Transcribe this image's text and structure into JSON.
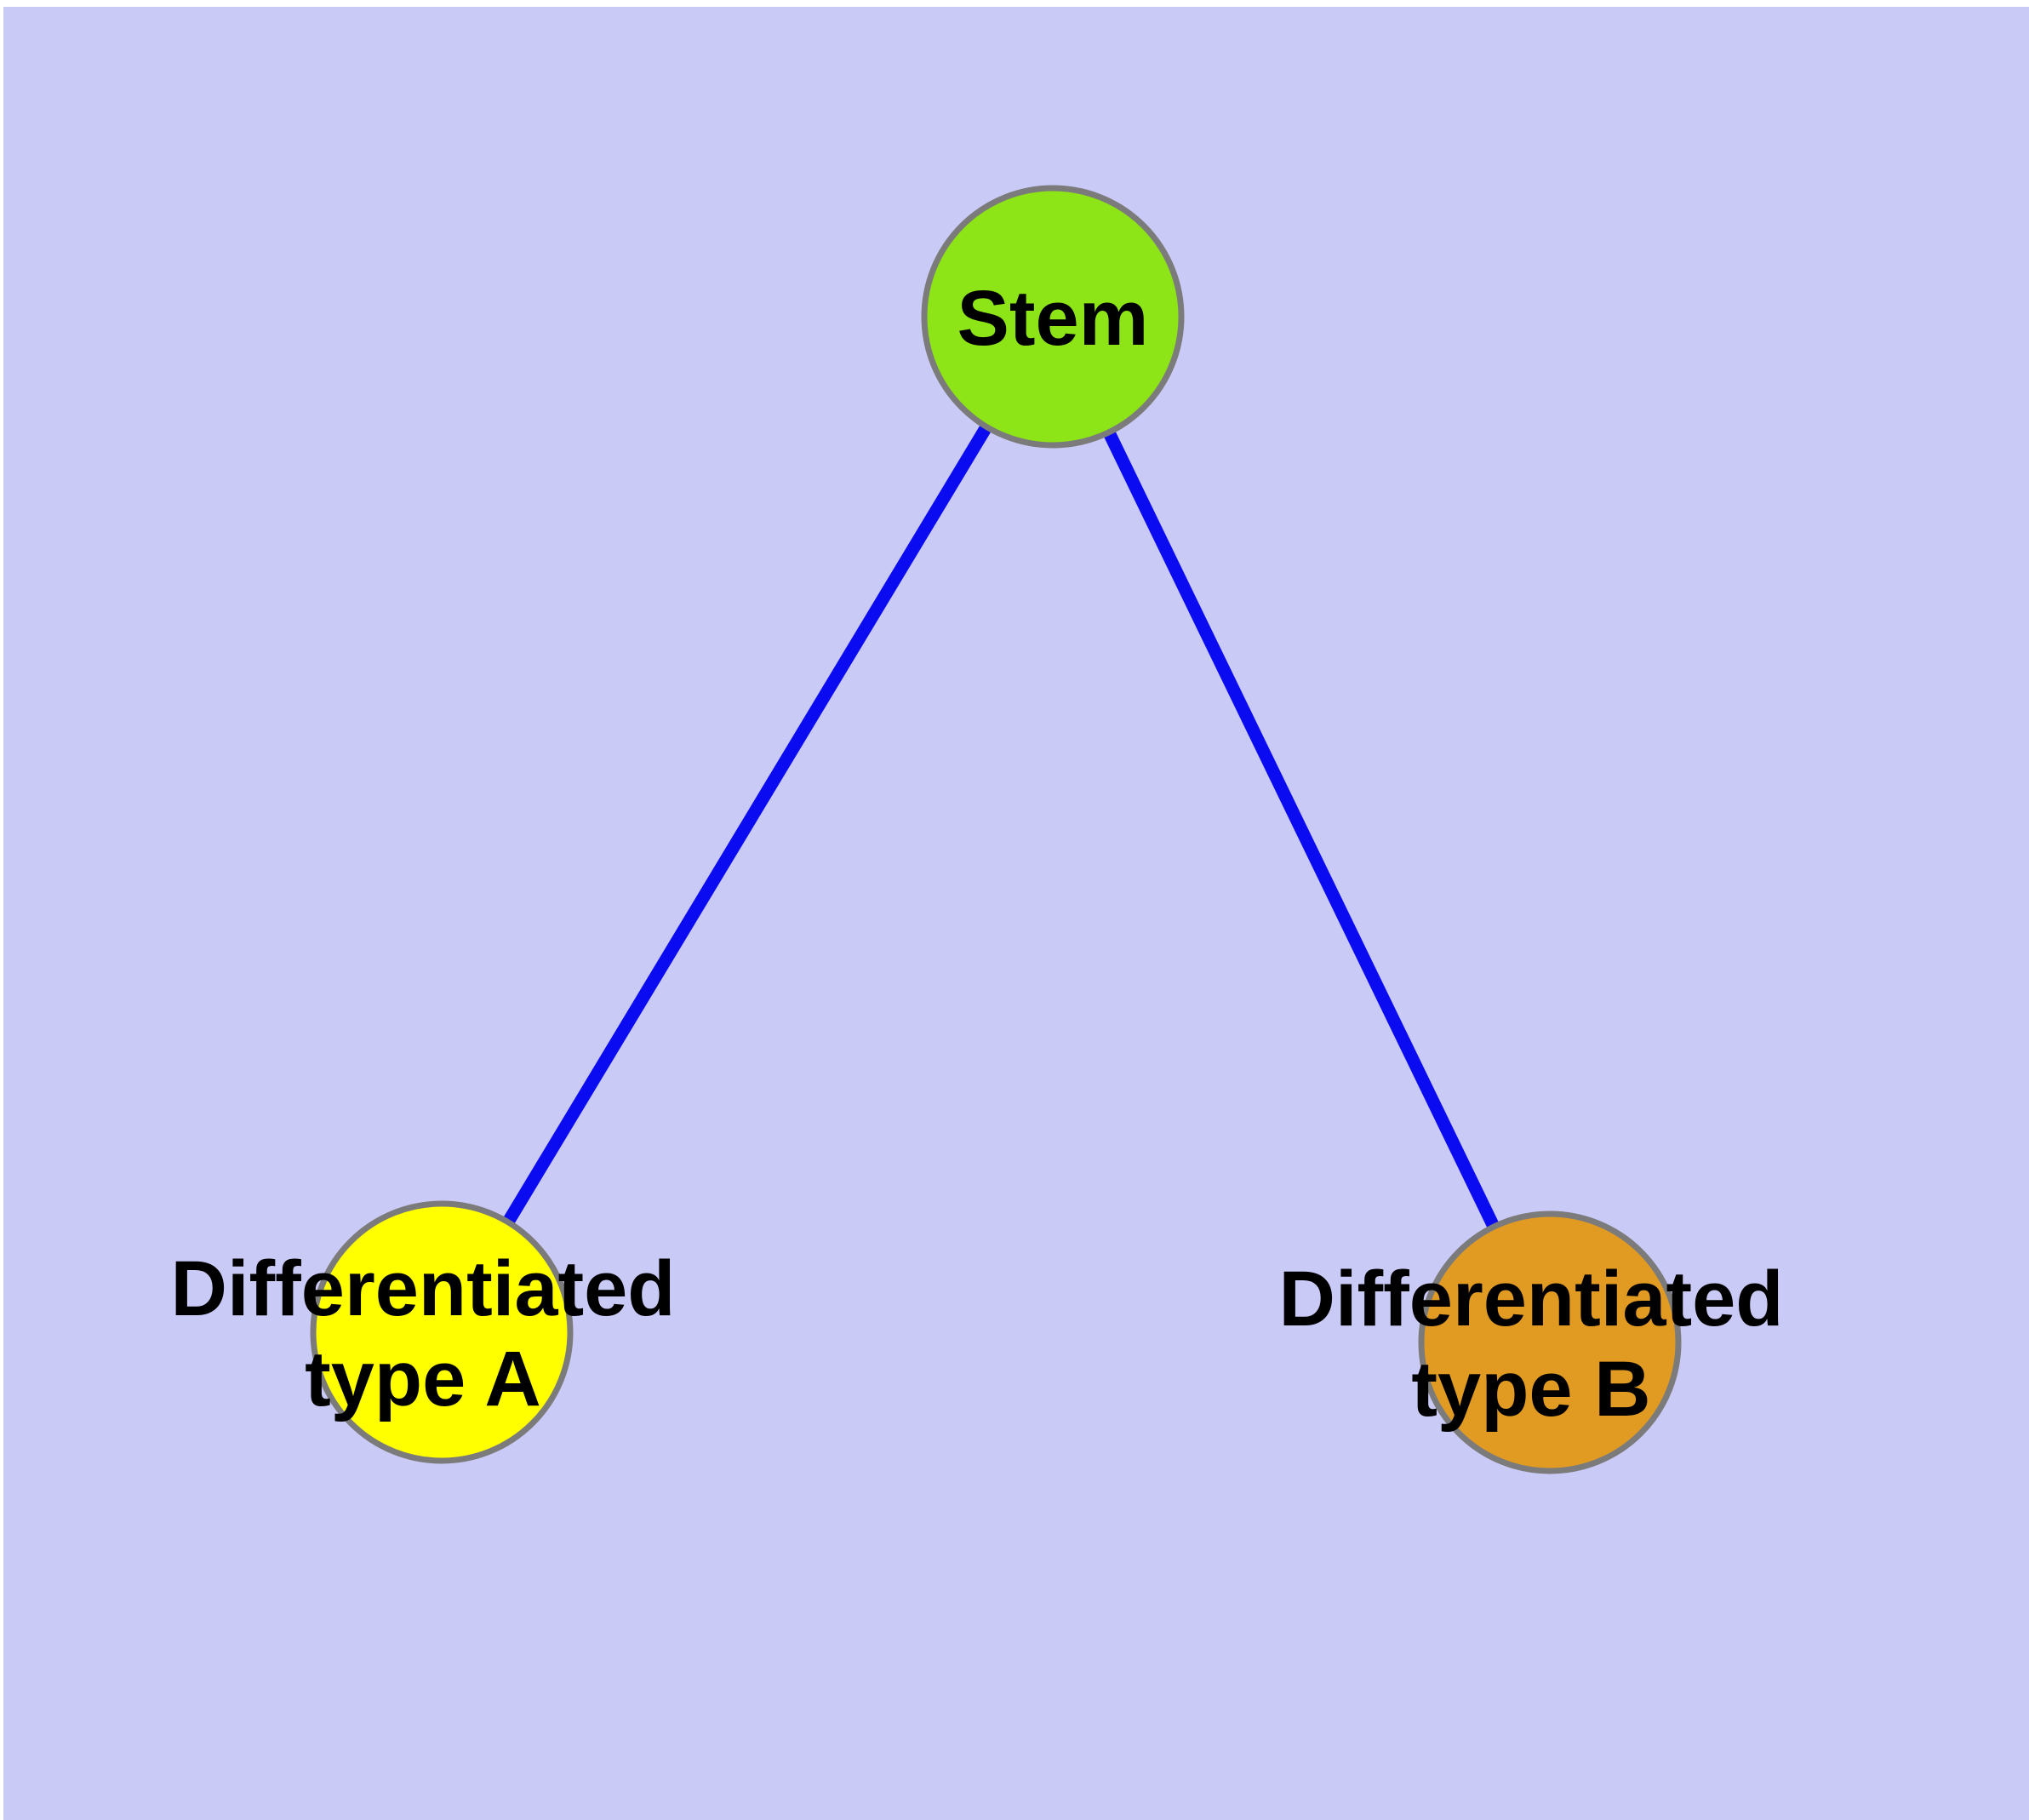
{
  "diagram": {
    "description_colors": {
      "canvas_background": "#CACAF6",
      "page_margin": "#FFFFFF",
      "edge_color": "#0B0BF2",
      "node_border_color": "#7B7B7B",
      "label_text_color": "#000000"
    },
    "nodes": {
      "stem": {
        "label": "Stem",
        "fill": "#8DE416"
      },
      "type_a": {
        "label_line1": "Differentiated",
        "label_line2": "type A",
        "fill": "#FFFF00"
      },
      "type_b": {
        "label_line1": "Differentiated",
        "label_line2": "type B",
        "fill": "#E29B22"
      }
    },
    "edges": [
      {
        "from": "stem",
        "to": "type_a"
      },
      {
        "from": "stem",
        "to": "type_b"
      }
    ]
  }
}
